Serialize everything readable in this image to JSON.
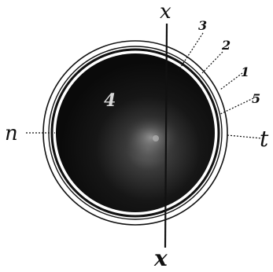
{
  "figure": {
    "axis_top_label": "x",
    "axis_bottom_label": "x",
    "left_label": "n",
    "right_label": "t",
    "inner_label": "4",
    "callouts": [
      "3",
      "2",
      "1",
      "5"
    ]
  },
  "colors": {
    "ink": "#111111",
    "disc": "#0d0d0d",
    "paper": "#ffffff"
  }
}
